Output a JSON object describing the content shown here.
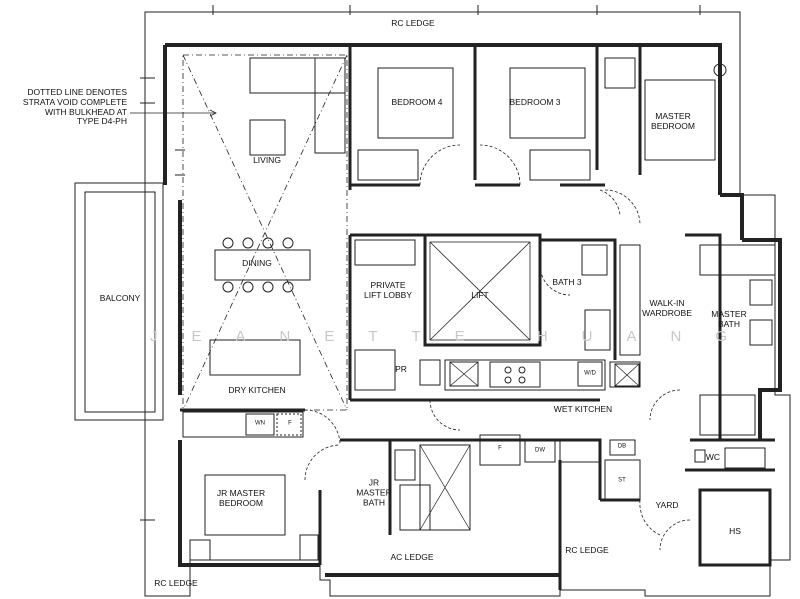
{
  "floorplan": {
    "note": "DOTTED LINE DENOTES\nSTRATA VOID COMPLETE\nWITH BULKHEAD AT\nTYPE D4-PH",
    "watermark": "JEANETTE HUANG",
    "rooms": {
      "rc_ledge_top": "RC LEDGE",
      "bedroom4": "BEDROOM 4",
      "bedroom3": "BEDROOM 3",
      "master_bedroom": "MASTER\nBEDROOM",
      "living": "LIVING",
      "dining": "DINING",
      "balcony": "BALCONY",
      "private_lift_lobby": "PRIVATE\nLIFT LOBBY",
      "lift": "LIFT",
      "bath3": "BATH 3",
      "walk_in_wardrobe": "WALK-IN\nWARDROBE",
      "master_bath": "MASTER\nBATH",
      "pr": "PR",
      "dry_kitchen": "DRY KITCHEN",
      "wet_kitchen": "WET KITCHEN",
      "wn": "WN",
      "f_dry": "F",
      "wd": "W/D",
      "f_wet": "F",
      "dw": "DW",
      "db": "DB",
      "st": "ST",
      "wc": "WC",
      "yard": "YARD",
      "hs": "HS",
      "jr_master_bedroom": "JR MASTER\nBEDROOM",
      "jr_master_bath": "JR\nMASTER\nBATH",
      "ac_ledge": "AC LEDGE",
      "rc_ledge_bottom_right": "RC LEDGE",
      "rc_ledge_bottom_left": "RC LEDGE"
    }
  }
}
